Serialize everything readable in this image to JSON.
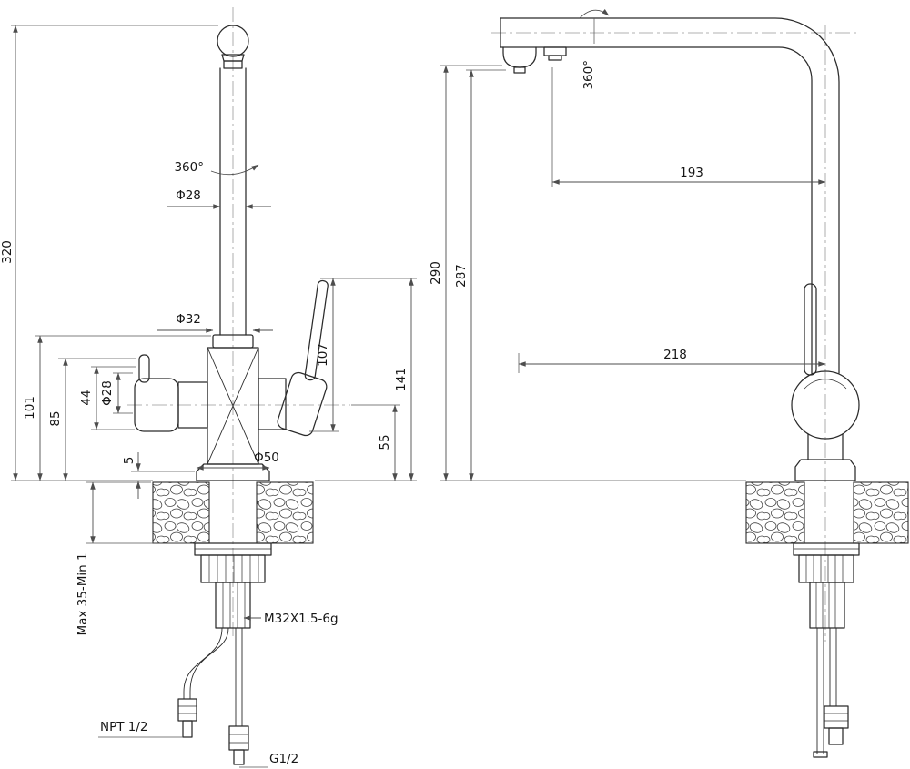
{
  "drawing": {
    "front": {
      "rotation": "360°",
      "spout_dia": "Φ28",
      "total_height": "320",
      "neck_dia": "Φ32",
      "handle_length": "107",
      "handle_tip_height": "141",
      "outlet_height": "55",
      "handle_dia": "Φ28",
      "lever_length": "44",
      "left_height_85": "85",
      "left_height_101": "101",
      "base_height": "5",
      "base_dia": "Φ50",
      "mount_range": "Max 35-Min 1",
      "shank_thread": "M32X1.5-6g",
      "inlet_thread": "NPT 1/2",
      "outlet_thread": "G1/2"
    },
    "side": {
      "rotation": "360°",
      "spout_reach": "193",
      "spout_height_outer": "290",
      "spout_height_inner": "287",
      "body_reach": "218"
    }
  }
}
